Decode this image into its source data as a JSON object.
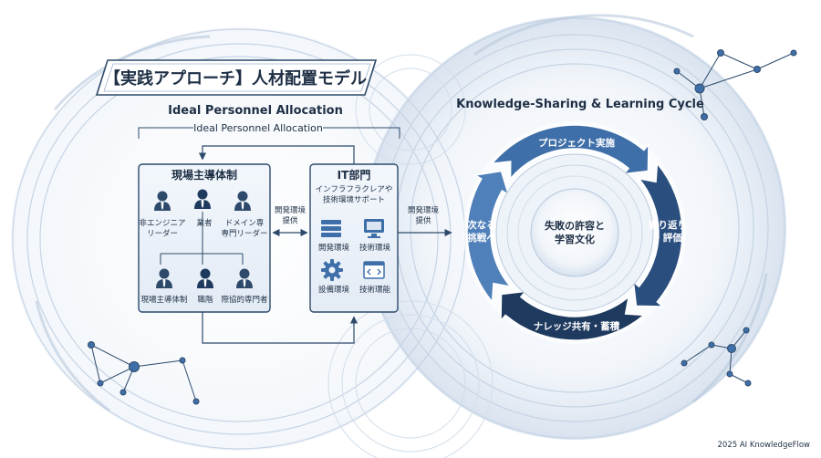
{
  "header": {
    "title": "【実践アプローチ】人材配置モデル",
    "left_subtitle": "Ideal Personnel Allocation",
    "left_bracket_label": "Ideal Personnel Allocation",
    "right_subtitle": "Knowledge-Sharing & Learning Cycle"
  },
  "field_box": {
    "title": "現場主導体制",
    "roles": {
      "top_left": "非エンジニア\nリーダー",
      "top_center": "業者",
      "top_right": "ドメイン専\n専門リーダー",
      "bottom_left": "現場主導体制",
      "bottom_center": "職階",
      "bottom_right": "際協的専門者"
    }
  },
  "it_box": {
    "title": "IT部門",
    "subtitle": "インフラフラクレアや\n技術環境サポート",
    "items": [
      "開発環境",
      "技術環境",
      "設備環境",
      "技術環能"
    ]
  },
  "connectors": {
    "between_boxes": "開発環境\n提供",
    "to_cycle": "開発環境\n提供"
  },
  "cycle": {
    "center": "失敗の許容と\n学習文化",
    "top": "プロジェクト実施",
    "right": "振り返り\n・評価",
    "bottom": "ナレッジ共有・蓄積",
    "left": "次なる\n挑戦へ"
  },
  "footer": {
    "credit": "2025 AI KnowledgeFlow"
  },
  "colors": {
    "navy": "#1f3a5f",
    "blue": "#3f6fa8",
    "light_blue": "#dbe6f2",
    "panel": "#eef3f9",
    "line": "#2d4a6b"
  },
  "icons": {
    "person": "person-icon",
    "server": "server-icon",
    "monitor": "monitor-icon",
    "gear": "gear-icon",
    "code": "code-window-icon"
  }
}
